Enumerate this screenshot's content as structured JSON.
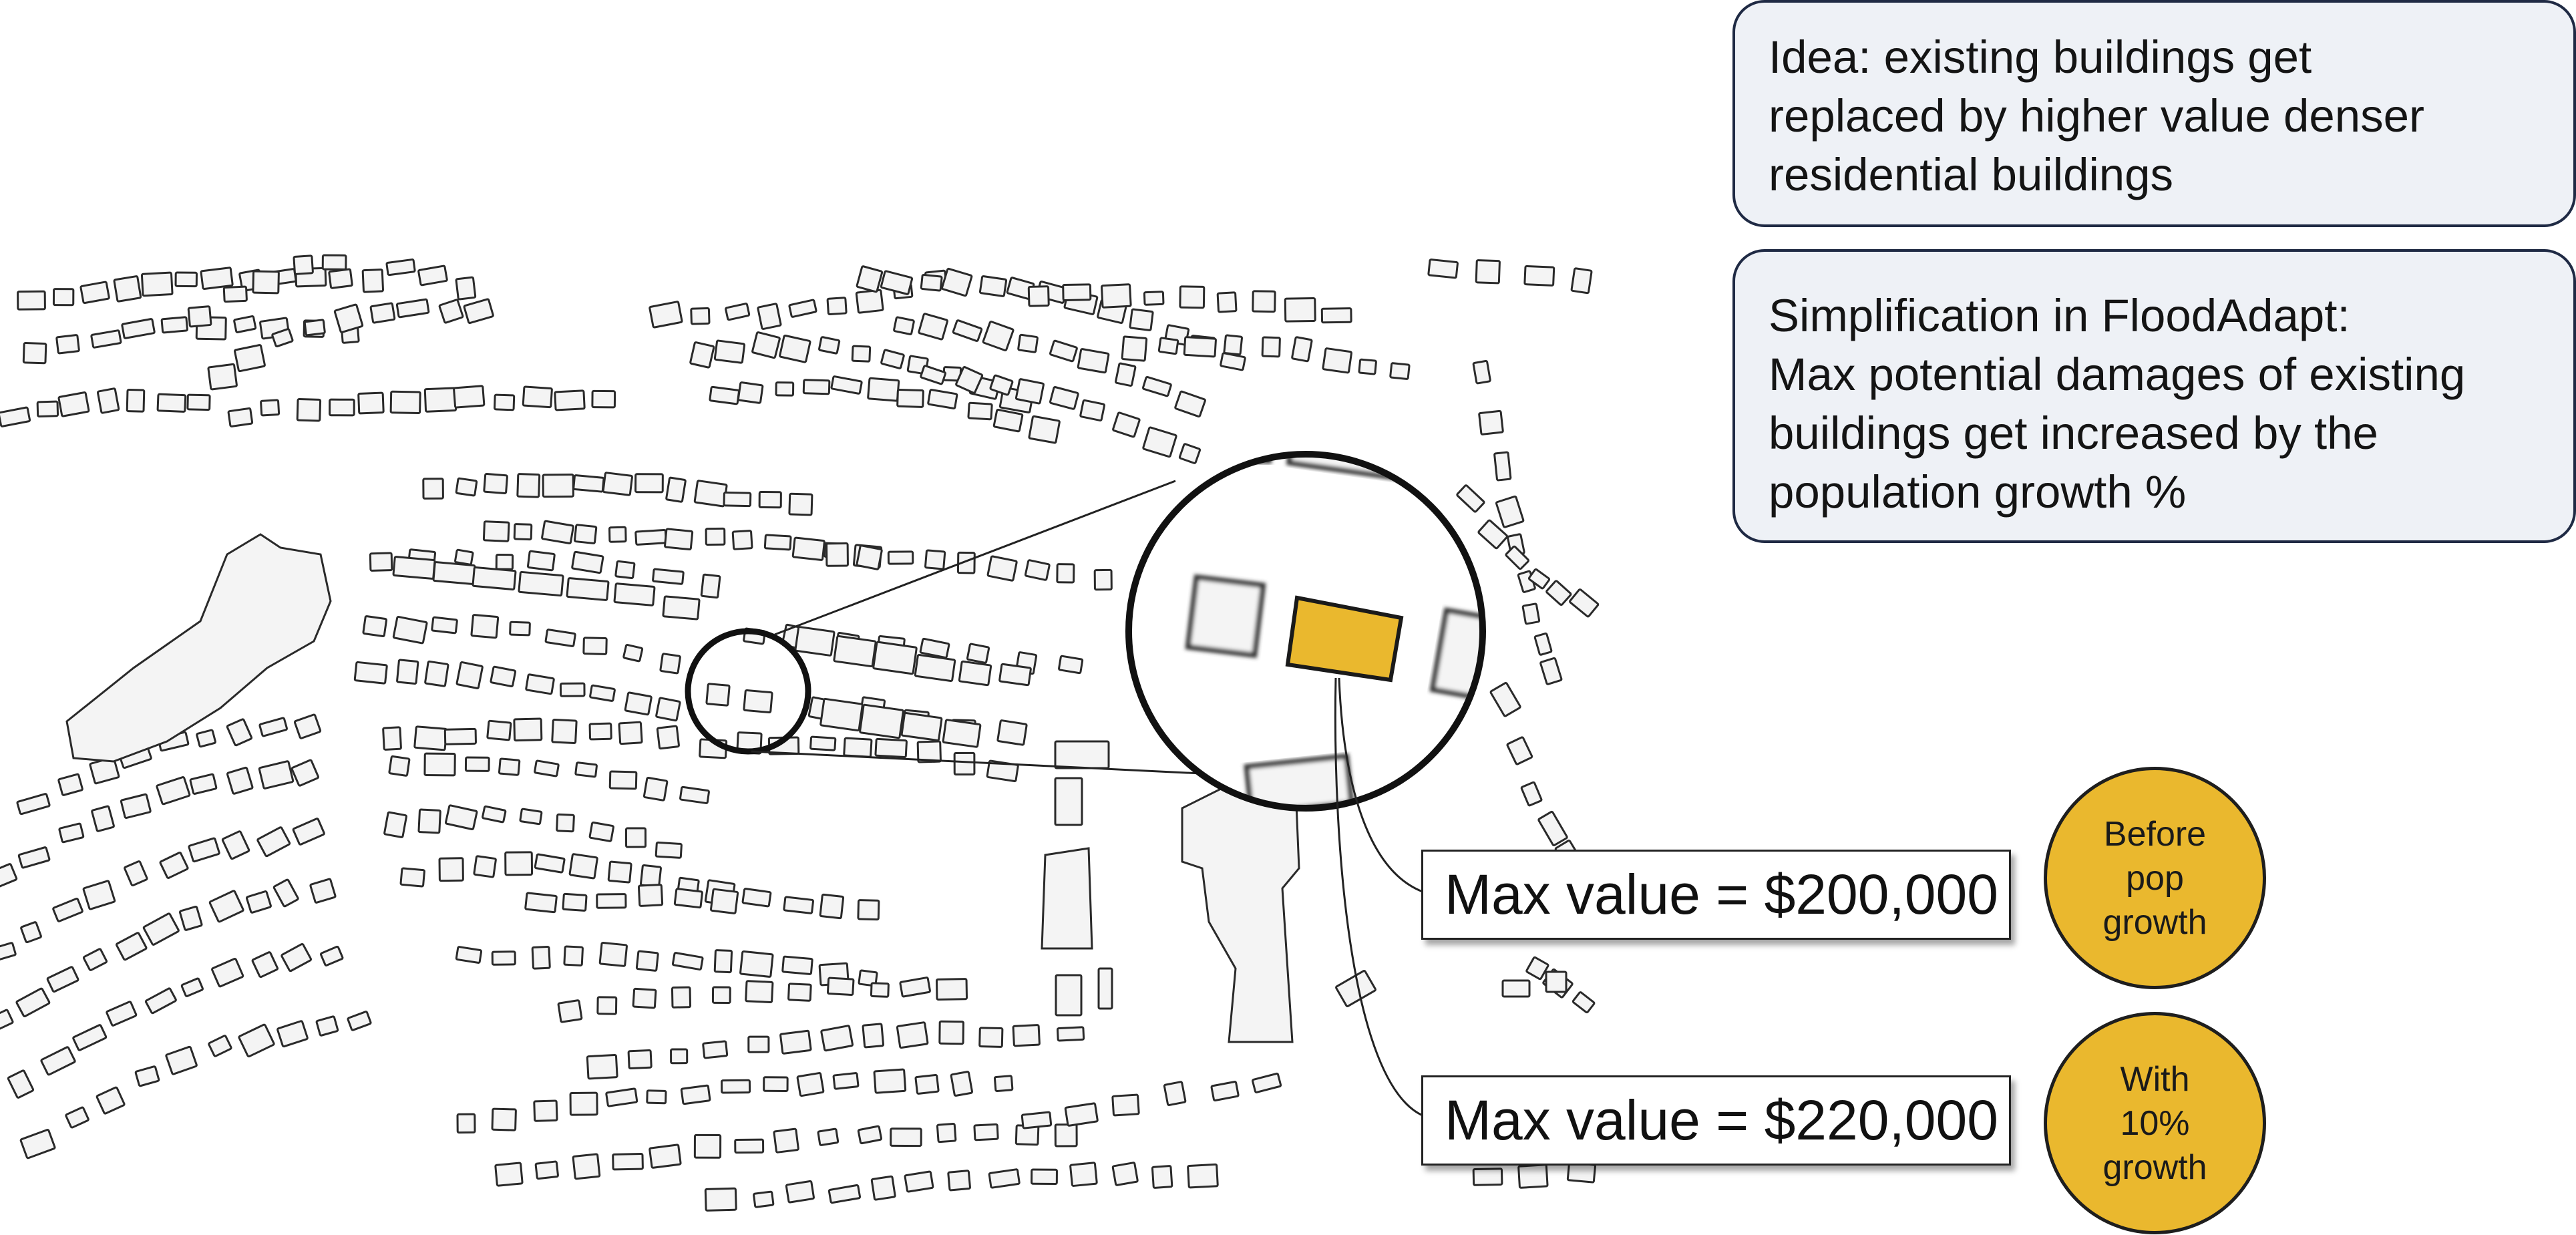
{
  "notes": {
    "idea": {
      "lines": [
        "Idea: existing buildings get",
        "replaced by higher value denser",
        "residential buildings"
      ]
    },
    "simplification": {
      "lines": [
        "Simplification in FloodAdapt:",
        "Max potential damages of existing",
        "buildings get increased by the",
        "population growth %"
      ]
    }
  },
  "values": {
    "before": "Max value = $200,000",
    "after": "Max value = $220,000"
  },
  "badges": {
    "before": [
      "Before",
      "pop",
      "growth"
    ],
    "after": [
      "With",
      "10%",
      "growth"
    ]
  },
  "colors": {
    "highlight": "#eab82e",
    "building_fill": "#f4f4f4",
    "building_outline": "#2a2a2a",
    "note_fill": "#eef1f6",
    "note_border": "#1f2a44"
  }
}
